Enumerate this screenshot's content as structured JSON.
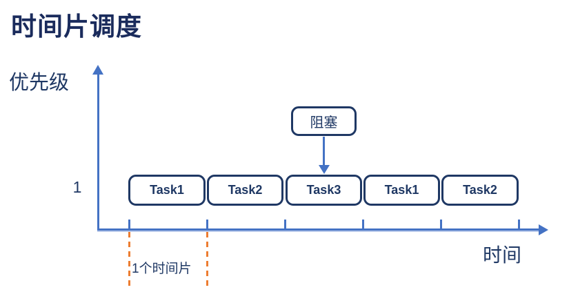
{
  "title": "时间片调度",
  "axes": {
    "y_label": "优先级",
    "x_label": "时间",
    "priority_tick": "1"
  },
  "blocked": {
    "label": "阻塞"
  },
  "tasks": [
    "Task1",
    "Task2",
    "Task3",
    "Task1",
    "Task2"
  ],
  "time_slice": {
    "label": "1个时间片"
  },
  "colors": {
    "title_navy": "#1A2B5C",
    "dark_navy": "#1F3864",
    "axis_blue": "#4472C4",
    "axis_glow": "#B9C9EA",
    "slice_orange": "#ED7D31"
  },
  "chart_data": {
    "type": "timeline",
    "title": "时间片调度",
    "xlabel": "时间",
    "ylabel": "优先级",
    "priority_levels": [
      "1"
    ],
    "slices": [
      {
        "slot": 1,
        "task": "Task1"
      },
      {
        "slot": 2,
        "task": "Task2"
      },
      {
        "slot": 3,
        "task": "Task3",
        "annotation": "阻塞"
      },
      {
        "slot": 4,
        "task": "Task1"
      },
      {
        "slot": 5,
        "task": "Task2"
      }
    ],
    "tick_count": 6,
    "time_slice_marker": {
      "from_slot": 1,
      "to_slot": 2,
      "label": "1个时间片"
    }
  }
}
